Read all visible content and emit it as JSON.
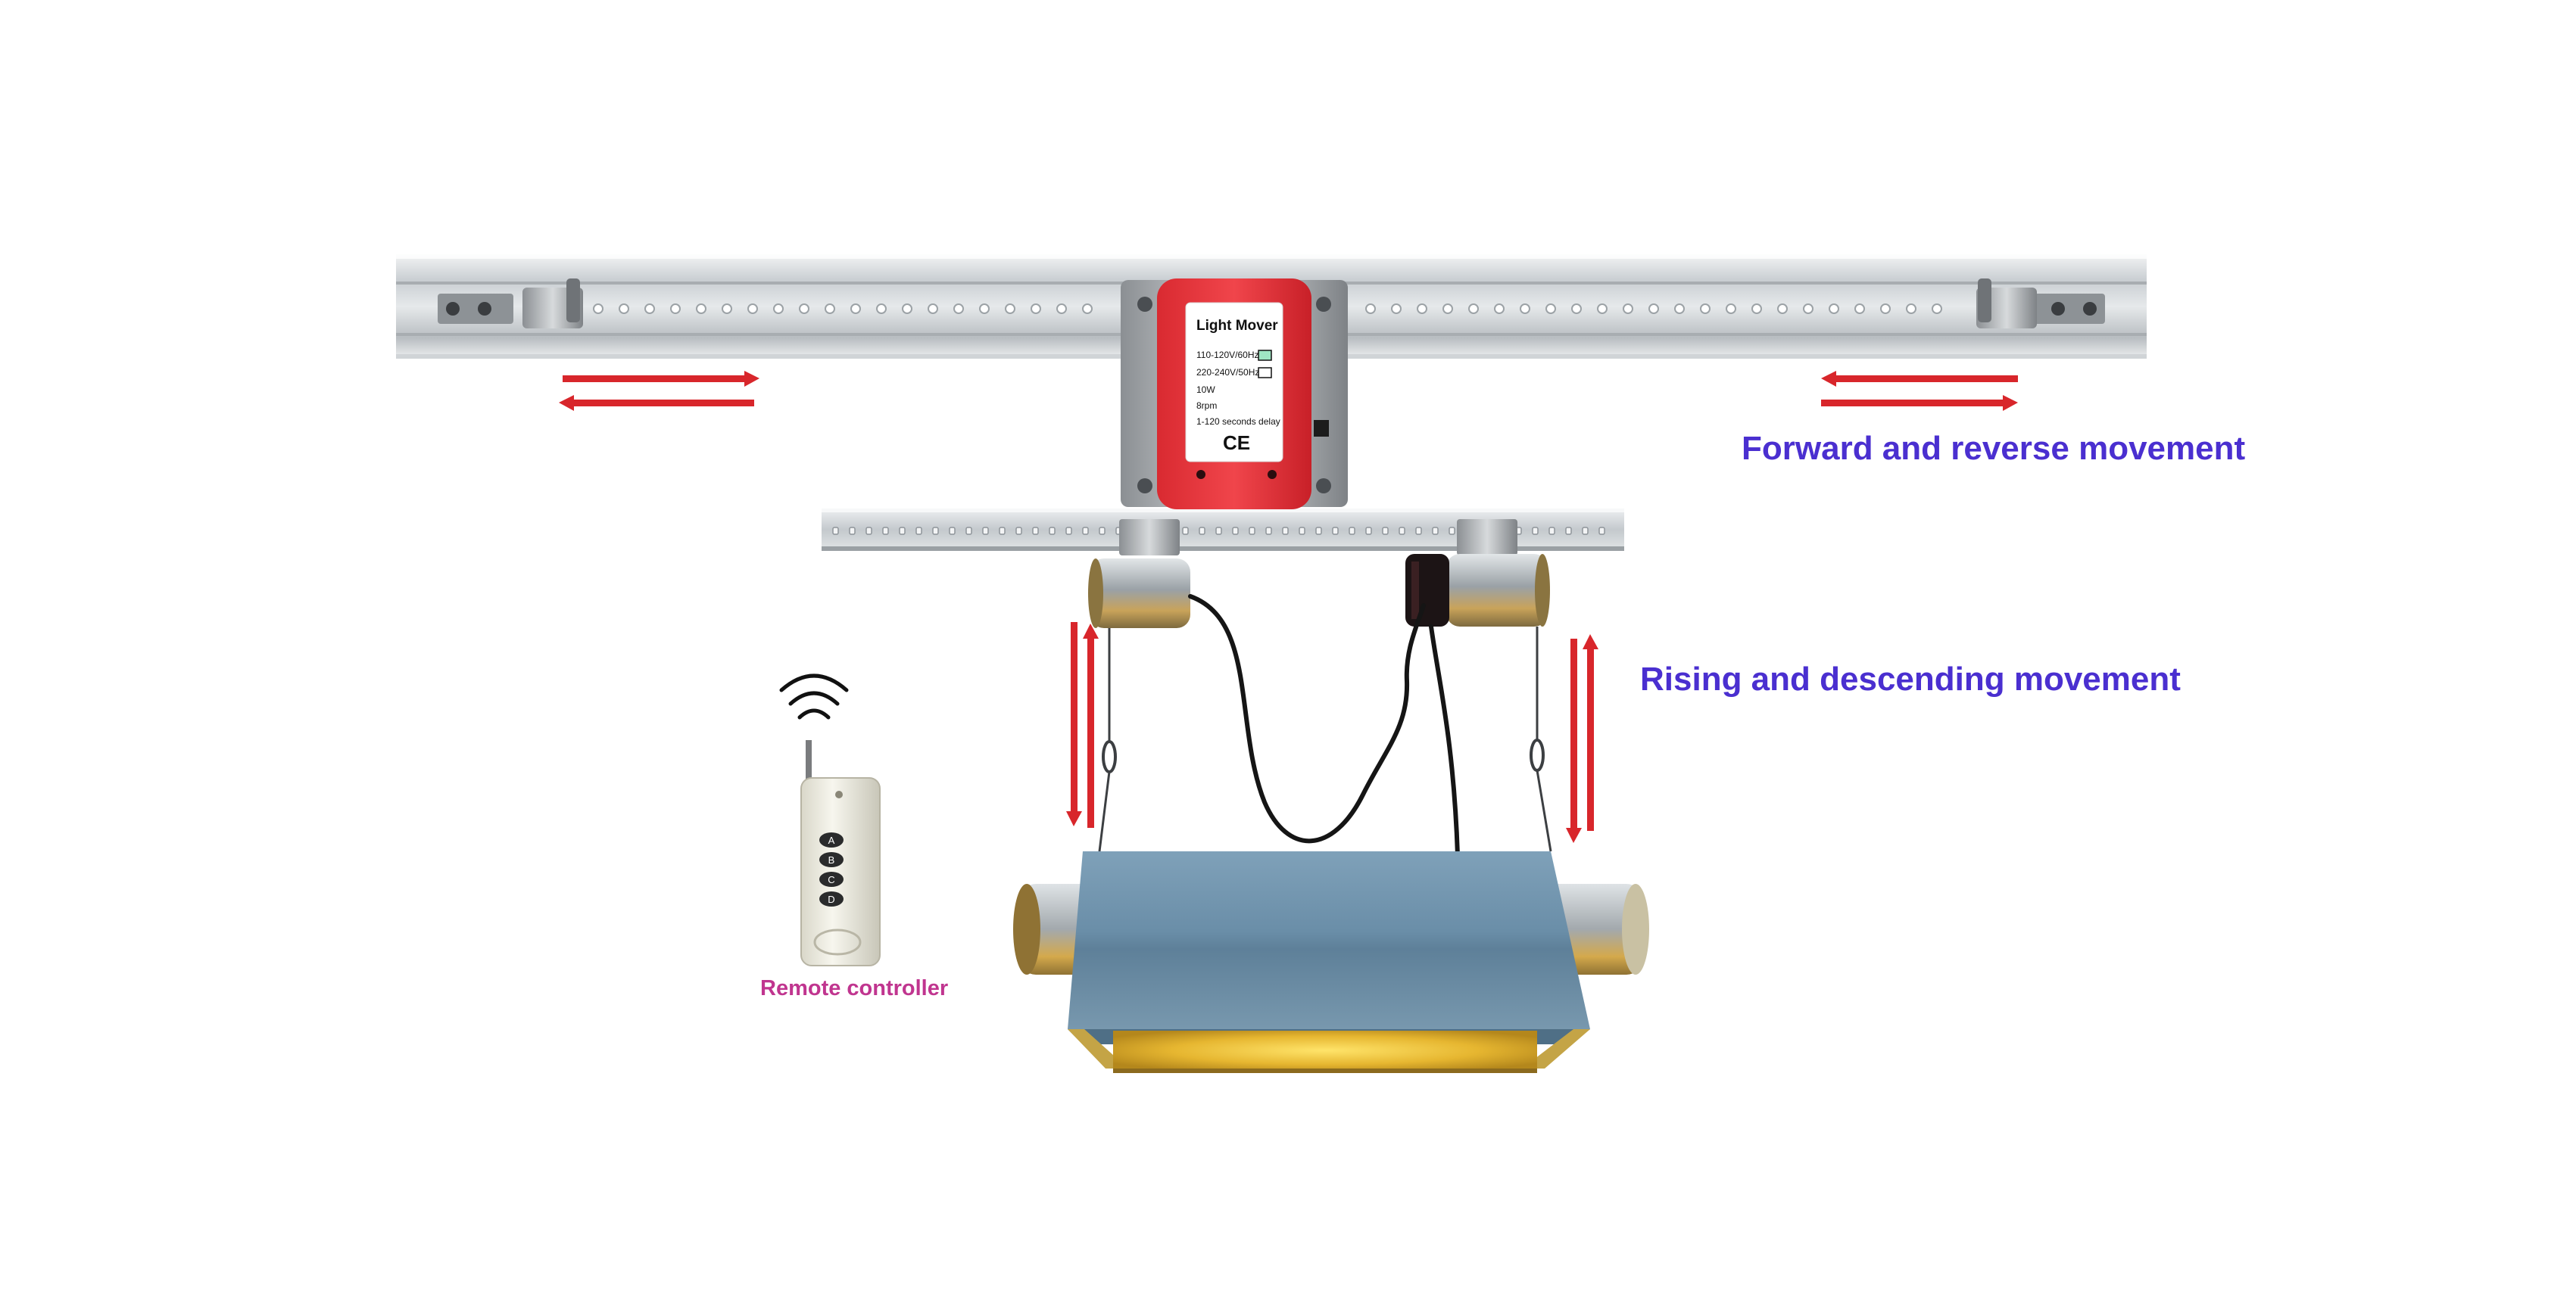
{
  "captions": {
    "forward_reverse": "Forward and reverse movement",
    "rising_descending": "Rising and descending movement",
    "remote_controller": "Remote controller"
  },
  "light_mover_label": {
    "title": "Light Mover",
    "spec_1": "110-120V/60Hz",
    "spec_2": "220-240V/50Hz",
    "spec_3": "10W",
    "spec_4": "8rpm",
    "spec_5": "1-120 seconds delay",
    "mark": "CE"
  },
  "remote_buttons": [
    "A",
    "B",
    "C",
    "D"
  ],
  "colors": {
    "caption_blue": "#4a2fd0",
    "caption_pink": "#c0358f",
    "arrow_red": "#d8262b",
    "mover_red": "#e8323a",
    "reflector_blue": "#6f93ad",
    "rail_silver": "#d9dde0"
  },
  "icons": [
    "wireless-signal-icon"
  ]
}
